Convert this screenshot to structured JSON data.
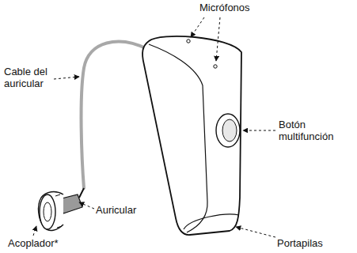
{
  "diagram": {
    "labels": [
      "Micrófonos",
      "Cable del auricular",
      "Botón multifunción",
      "Auricular",
      "Acoplador*",
      "Portapilas"
    ]
  }
}
